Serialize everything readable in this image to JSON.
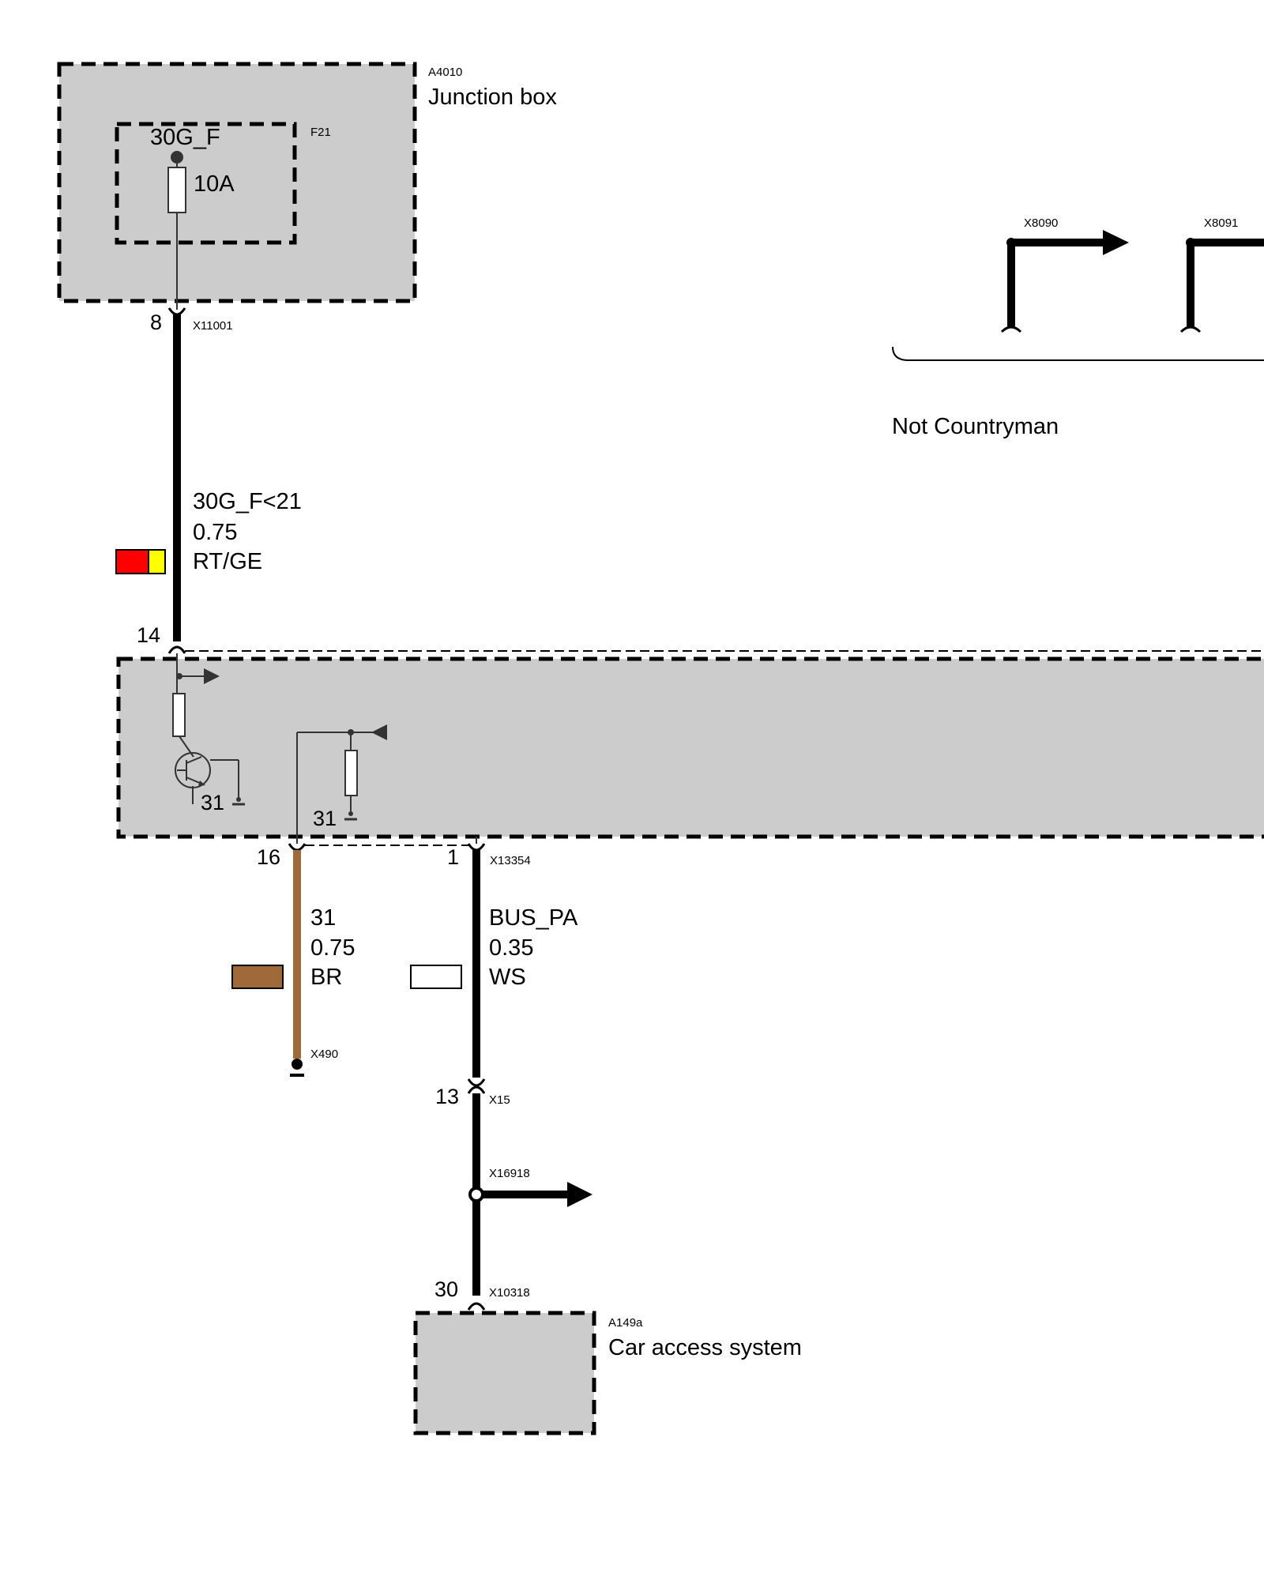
{
  "components": {
    "junction_box": {
      "id": "A4010",
      "name": "Junction box"
    },
    "fuse": {
      "id": "F21",
      "terminal": "30G_F",
      "rating": "10A"
    },
    "car_access_system": {
      "id": "A149a",
      "name": "Car access system"
    }
  },
  "connectors": {
    "x11001": {
      "id": "X11001",
      "pin": "8"
    },
    "module_in": {
      "pin": "14"
    },
    "x13354": {
      "id": "X13354",
      "pin_br": "16",
      "pin_bus": "1"
    },
    "x490": {
      "id": "X490"
    },
    "x15": {
      "id": "X15",
      "pin": "13"
    },
    "x16918": {
      "id": "X16918"
    },
    "x10318": {
      "id": "X10318",
      "pin": "30"
    },
    "x8090": {
      "id": "X8090"
    },
    "x8091": {
      "id": "X8091"
    }
  },
  "internal": {
    "ground_a": "31",
    "ground_b": "31"
  },
  "wires": {
    "supply": {
      "signal": "30G_F<21",
      "cross_section": "0.75",
      "color_code": "RT/GE",
      "colors": [
        "#ff0000",
        "#ffff00"
      ]
    },
    "ground": {
      "signal": "31",
      "cross_section": "0.75",
      "color_code": "BR",
      "colors": [
        "#a0693a"
      ]
    },
    "bus": {
      "signal": "BUS_PA",
      "cross_section": "0.35",
      "color_code": "WS",
      "colors": [
        "#ffffff"
      ]
    }
  },
  "notes": {
    "variant": "Not Countryman"
  }
}
